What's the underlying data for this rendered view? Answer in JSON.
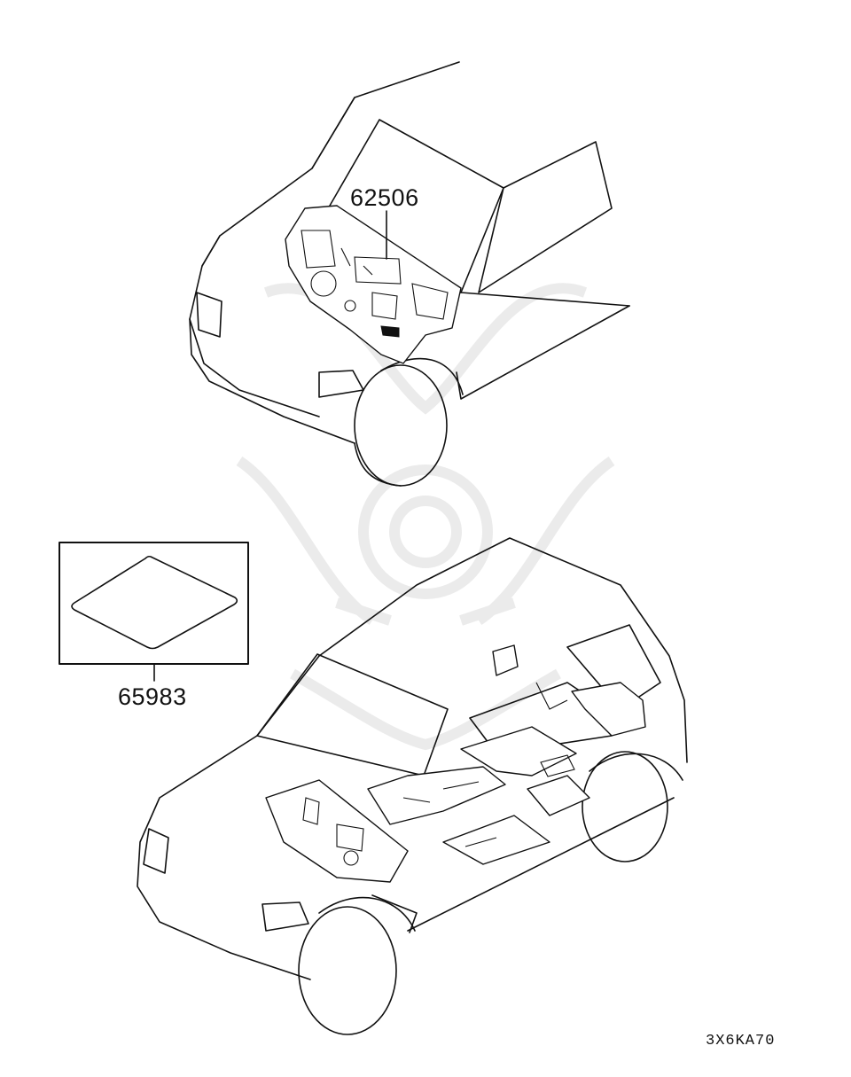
{
  "diagram": {
    "labels": {
      "part_dash_silencer": "62506",
      "part_floor_pad": "65983",
      "drawing_code": "3X6KA70"
    }
  }
}
